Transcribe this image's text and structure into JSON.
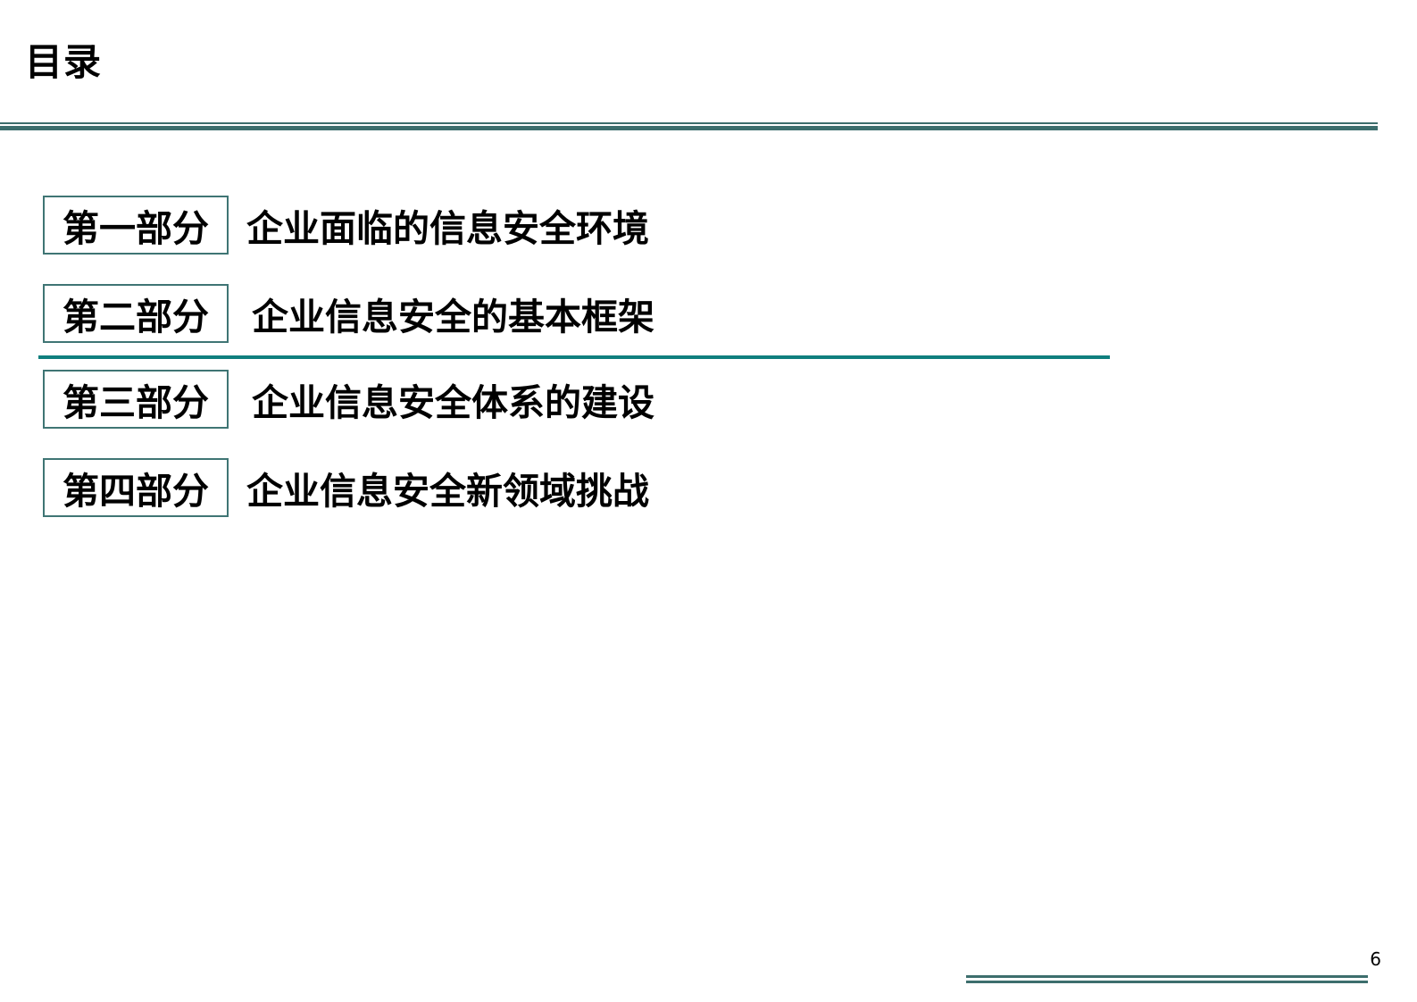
{
  "page": {
    "title": "目录",
    "page_number": "6"
  },
  "toc": {
    "items": [
      {
        "part": "第一部分",
        "title": "企业面临的信息安全环境"
      },
      {
        "part": "第二部分",
        "title": "企业信息安全的基本框架",
        "highlighted": true
      },
      {
        "part": "第三部分",
        "title": "企业信息安全体系的建设"
      },
      {
        "part": "第四部分",
        "title": "企业信息安全新领域挑战"
      }
    ]
  },
  "colors": {
    "rule": "#3d6e6d",
    "box_border": "#3f7574",
    "highlight": "#0f7f7e",
    "text": "#000000",
    "background": "#ffffff"
  }
}
